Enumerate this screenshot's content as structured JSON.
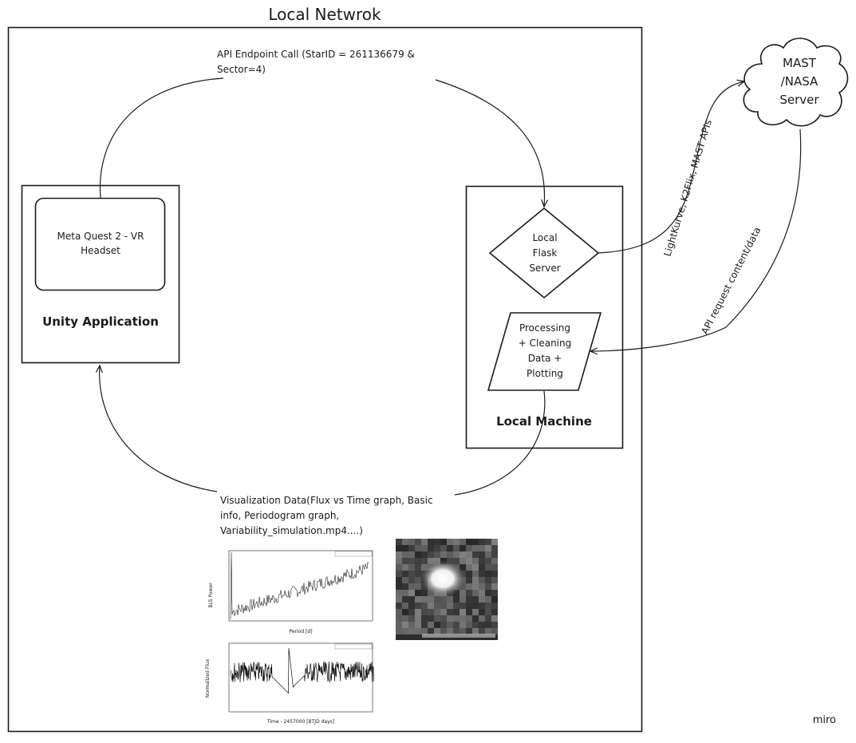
{
  "diagram": {
    "network_title": "Local Netwrok",
    "unity_box": {
      "headset_line1": "Meta Quest 2 - VR",
      "headset_line2": "Headset",
      "label": "Unity Application"
    },
    "local_machine": {
      "label": "Local Machine",
      "flask_line1": "Local",
      "flask_line2": "Flask",
      "flask_line3": "Server",
      "processing_line1": "Processing",
      "processing_line2": "+ Cleaning",
      "processing_line3": "Data +",
      "processing_line4": "Plotting"
    },
    "cloud": {
      "line1": "MAST",
      "line2": "/NASA",
      "line3": "Server"
    },
    "api_call": {
      "line1": "API Endpoint Call (StarID = 261136679 &",
      "line2": "Sector=4)"
    },
    "edge_lightkurve": "LightKurve, K2Flix, MAST APIs",
    "edge_request": "API request content/data",
    "viz_data": {
      "line1": "Visualization Data(Flux vs Time graph, Basic",
      "line2": "info, Periodogram graph,",
      "line3": "Variability_simulation.mp4....)"
    },
    "watermark": "miro",
    "thumbnails": {
      "periodogram_ylabel": "BLS Power",
      "periodogram_xlabel": "Period [d]",
      "lightcurve_ylabel": "Normalized Flux",
      "lightcurve_xlabel": "Time - 2457000 [BTJD days]"
    }
  }
}
